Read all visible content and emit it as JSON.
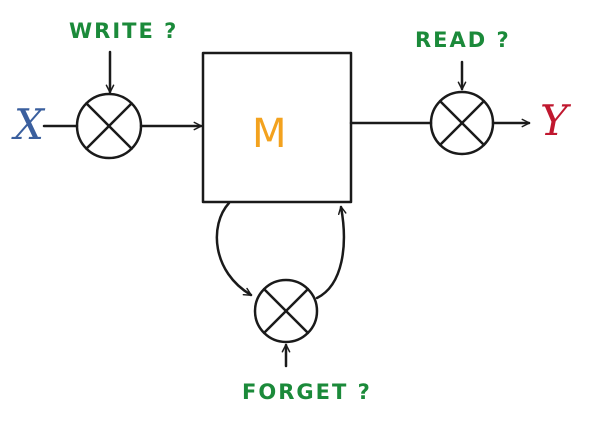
{
  "diagram": {
    "input_label": "X",
    "output_label": "Y",
    "memory_label": "M",
    "gates": {
      "write": "WRITE ?",
      "read": "READ ?",
      "forget": "FORGET ?"
    },
    "colors": {
      "stroke": "#1a1a1a",
      "gate_text": "#1b8a3a",
      "input": "#3a5f9e",
      "output": "#c0182f",
      "memory": "#f3a21e"
    }
  }
}
